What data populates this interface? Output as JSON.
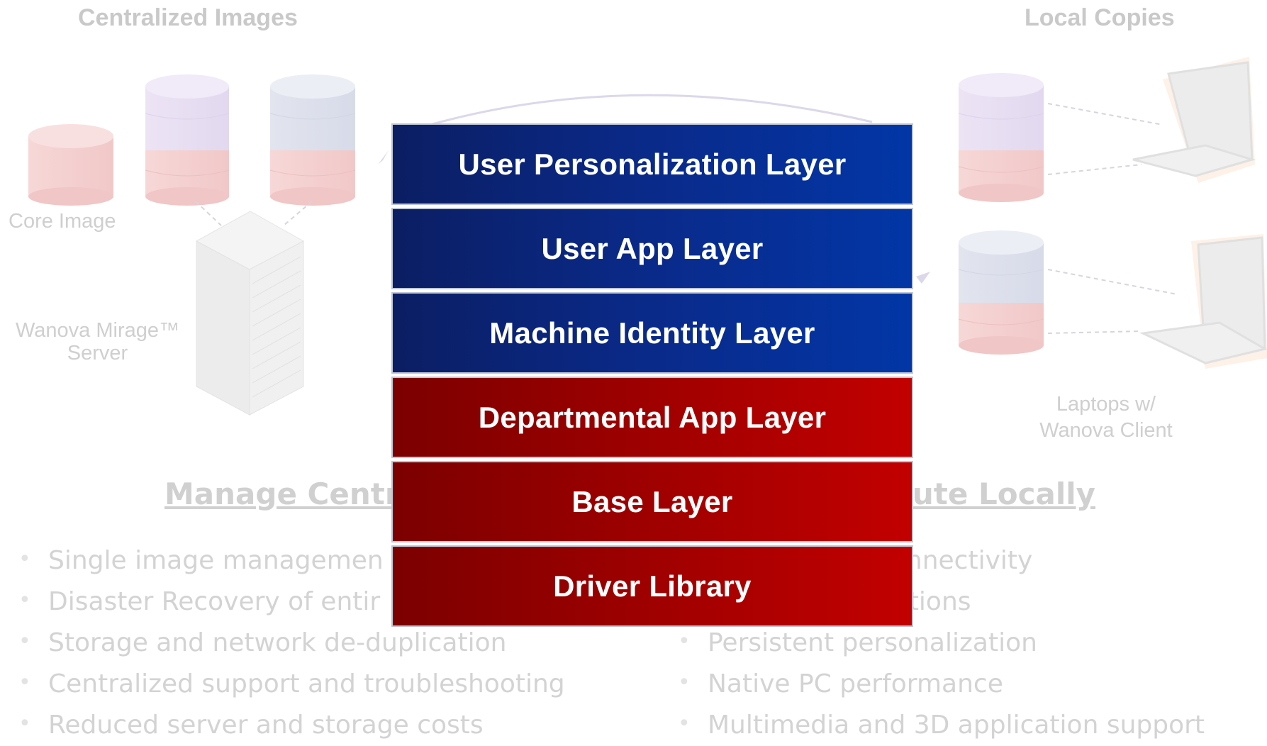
{
  "left_header": "Centralized Images",
  "right_header": "Local Copies",
  "core_image_label": "Core Image",
  "server_label": [
    "Wanova Mirage™",
    "Server"
  ],
  "laptops_label": [
    "Laptops  w/",
    "Wanova Client"
  ],
  "left_section": {
    "title": "Manage Centr",
    "bullets": [
      "Single image managemen",
      "Disaster Recovery of entir",
      "Storage and network de-duplication",
      "Centralized support and troubleshooting",
      "Reduced server and storage costs"
    ]
  },
  "right_section": {
    "title": "cute Locally",
    "bullets": [
      "nd with poor connectivity",
      "nstalled applications",
      "Persistent personalization",
      "Native PC performance",
      "Multimedia and 3D application support"
    ]
  },
  "layers": [
    {
      "label": "User Personalization Layer",
      "color": "blue"
    },
    {
      "label": "User App Layer",
      "color": "blue"
    },
    {
      "label": "Machine Identity Layer",
      "color": "blue"
    },
    {
      "label": "Departmental App Layer",
      "color": "red"
    },
    {
      "label": "Base Layer",
      "color": "red"
    },
    {
      "label": "Driver Library",
      "color": "red"
    }
  ],
  "colors": {
    "blue_layer": "#0a2a8a",
    "red_layer": "#a00000",
    "faded_text": "#d0d0d0"
  }
}
